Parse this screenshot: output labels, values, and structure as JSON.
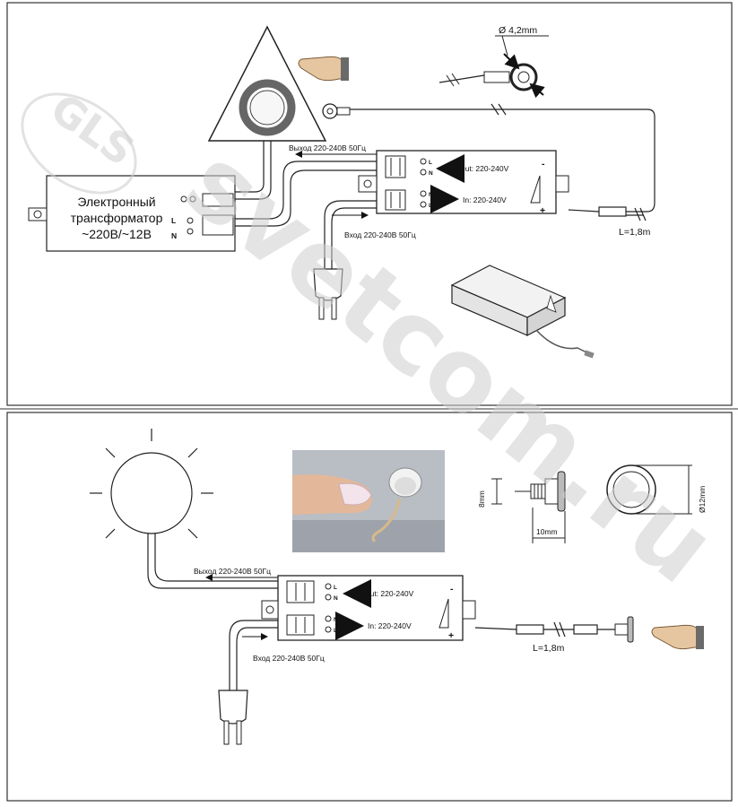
{
  "top": {
    "transformer_line1": "Электронный",
    "transformer_line2": "трансформатор",
    "transformer_line3": "~220В/~12В",
    "pin_l": "L",
    "pin_n": "N",
    "out_label": "Выход 220-240В 50Гц",
    "in_label": "Вход 220-240В  50Гц",
    "unit_out": "Out: 220-240V",
    "unit_in": "In: 220-240V",
    "unit_minus": "-",
    "unit_plus": "+",
    "term_l1": "L",
    "term_n1": "N",
    "term_n2": "N",
    "term_l2": "L",
    "diameter": "Ø 4,2mm",
    "cable_length": "L=1,8m"
  },
  "bottom": {
    "out_label": "Выход 220-240В 50Гц",
    "in_label": "Вход 220-240В  50Гц",
    "unit_out": "Out: 220-240V",
    "unit_in": "In: 220-240V",
    "unit_minus": "-",
    "unit_plus": "+",
    "term_l1": "L",
    "term_n1": "N",
    "term_n2": "N",
    "term_l2": "L",
    "dim_height": "8mm",
    "dim_width": "10mm",
    "dim_diameter": "Ø12mm",
    "cable_length": "L=1,8m"
  },
  "watermark": {
    "text": "svetcom.ru",
    "logo": "GLS"
  },
  "colors": {
    "line": "#222222",
    "watermark": "#cfcfcf",
    "hand": "#e6c6a0",
    "photo_bg": "#b9bdc4"
  }
}
